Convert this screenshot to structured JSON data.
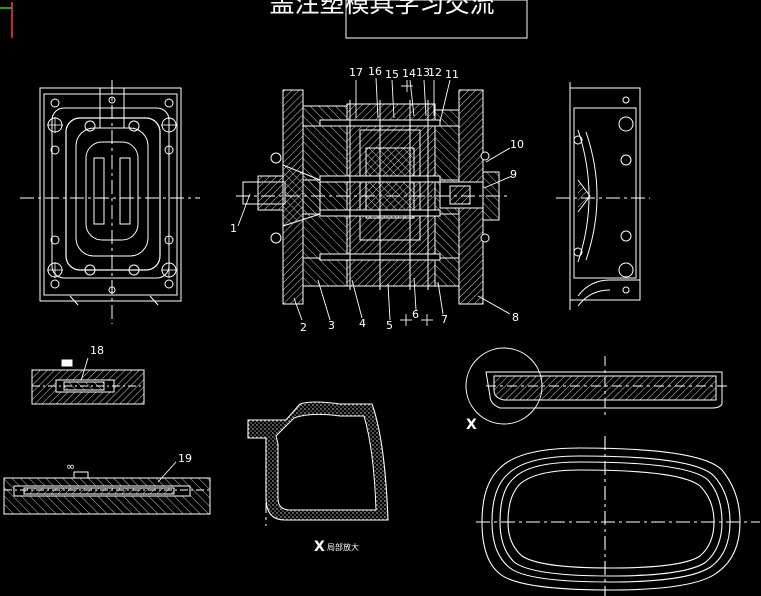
{
  "drawing": {
    "title": "盖注塑模具学习交流",
    "colors": {
      "background": "#000000",
      "line": "#ffffff",
      "hatch": "#dcdcdc"
    }
  },
  "parts": {
    "p1": "1",
    "p2": "2",
    "p3": "3",
    "p4": "4",
    "p5": "5",
    "p6": "6",
    "p7": "7",
    "p8": "8",
    "p9": "9",
    "p10": "10",
    "p11": "11",
    "p12": "12",
    "p13": "13",
    "p14": "14",
    "p15": "15",
    "p16": "16",
    "p17": "17",
    "p18": "18",
    "p19": "19"
  },
  "detail": {
    "marker": "X",
    "caption_letter": "X",
    "caption_text": "局部放大"
  }
}
